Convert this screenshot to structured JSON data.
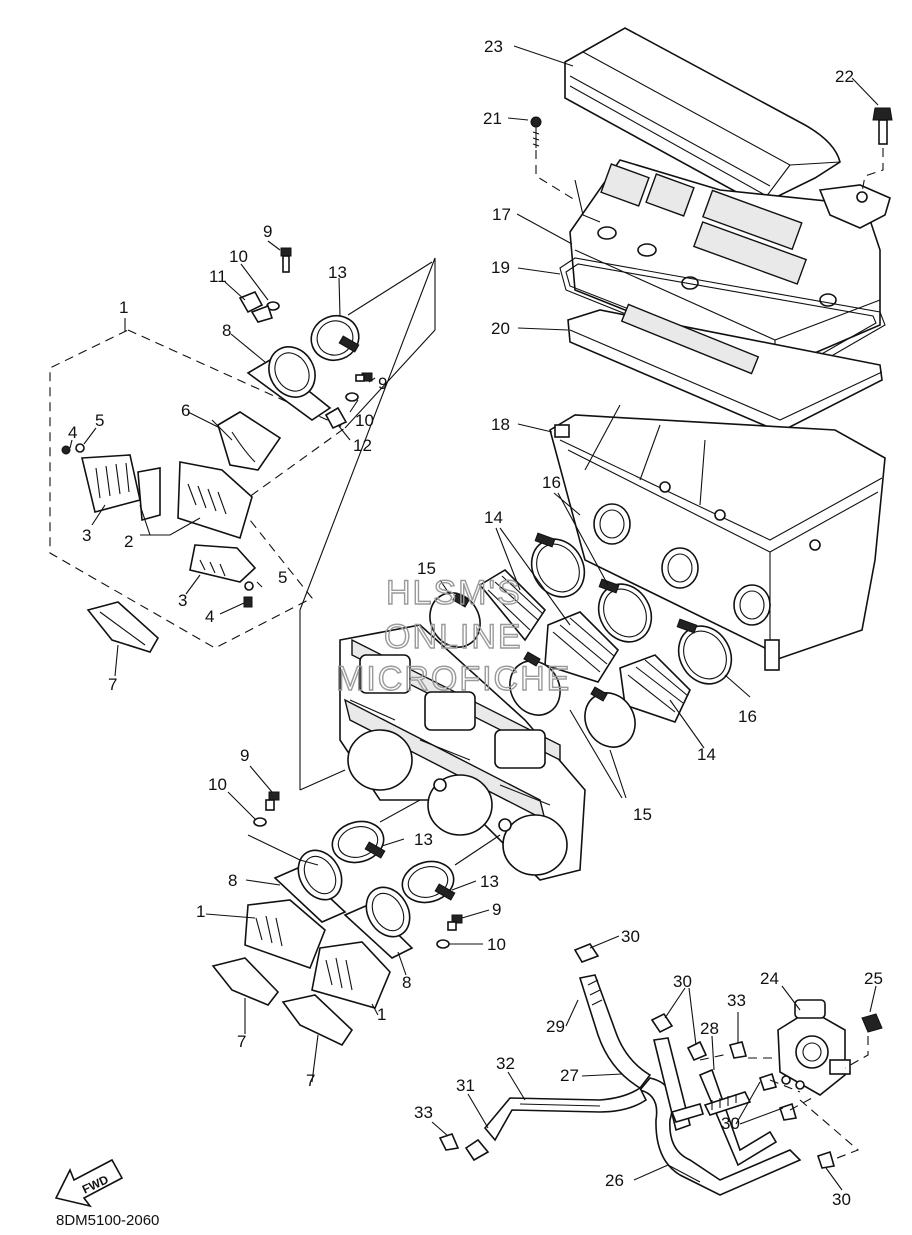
{
  "diagram": {
    "code": "8DM5100-2060",
    "watermark": [
      "HLSM'S",
      "ONLINE",
      "MICROFICHE"
    ],
    "fwd_label": "FWD",
    "callouts": [
      {
        "id": "c23",
        "text": "23"
      },
      {
        "id": "c22",
        "text": "22"
      },
      {
        "id": "c21",
        "text": "21"
      },
      {
        "id": "c17",
        "text": "17"
      },
      {
        "id": "c19",
        "text": "19"
      },
      {
        "id": "c20",
        "text": "20"
      },
      {
        "id": "c18",
        "text": "18"
      },
      {
        "id": "c16a",
        "text": "16"
      },
      {
        "id": "c16b",
        "text": "16"
      },
      {
        "id": "c14a",
        "text": "14"
      },
      {
        "id": "c14b",
        "text": "14"
      },
      {
        "id": "c15a",
        "text": "15"
      },
      {
        "id": "c15b",
        "text": "15"
      },
      {
        "id": "c9a",
        "text": "9"
      },
      {
        "id": "c10a",
        "text": "10"
      },
      {
        "id": "c11",
        "text": "11"
      },
      {
        "id": "c13a",
        "text": "13"
      },
      {
        "id": "c8a",
        "text": "8"
      },
      {
        "id": "c9b",
        "text": "9"
      },
      {
        "id": "c10b",
        "text": "10"
      },
      {
        "id": "c12",
        "text": "12"
      },
      {
        "id": "c6",
        "text": "6"
      },
      {
        "id": "c1a",
        "text": "1"
      },
      {
        "id": "c4a",
        "text": "4"
      },
      {
        "id": "c5a",
        "text": "5"
      },
      {
        "id": "c3a",
        "text": "3"
      },
      {
        "id": "c2",
        "text": "2"
      },
      {
        "id": "c5b",
        "text": "5"
      },
      {
        "id": "c3b",
        "text": "3"
      },
      {
        "id": "c4b",
        "text": "4"
      },
      {
        "id": "c7a",
        "text": "7"
      },
      {
        "id": "c9c",
        "text": "9"
      },
      {
        "id": "c10c",
        "text": "10"
      },
      {
        "id": "c13b",
        "text": "13"
      },
      {
        "id": "c8b",
        "text": "8"
      },
      {
        "id": "c13c",
        "text": "13"
      },
      {
        "id": "c1b",
        "text": "1"
      },
      {
        "id": "c9d",
        "text": "9"
      },
      {
        "id": "c10d",
        "text": "10"
      },
      {
        "id": "c8c",
        "text": "8"
      },
      {
        "id": "c7b",
        "text": "7"
      },
      {
        "id": "c1c",
        "text": "1"
      },
      {
        "id": "c7c",
        "text": "7"
      },
      {
        "id": "c30a",
        "text": "30"
      },
      {
        "id": "c30b",
        "text": "30"
      },
      {
        "id": "c24",
        "text": "24"
      },
      {
        "id": "c25",
        "text": "25"
      },
      {
        "id": "c33a",
        "text": "33"
      },
      {
        "id": "c29",
        "text": "29"
      },
      {
        "id": "c28",
        "text": "28"
      },
      {
        "id": "c27",
        "text": "27"
      },
      {
        "id": "c32",
        "text": "32"
      },
      {
        "id": "c31",
        "text": "31"
      },
      {
        "id": "c33b",
        "text": "33"
      },
      {
        "id": "c30c",
        "text": "30"
      },
      {
        "id": "c26",
        "text": "26"
      },
      {
        "id": "c30d",
        "text": "30"
      }
    ]
  }
}
